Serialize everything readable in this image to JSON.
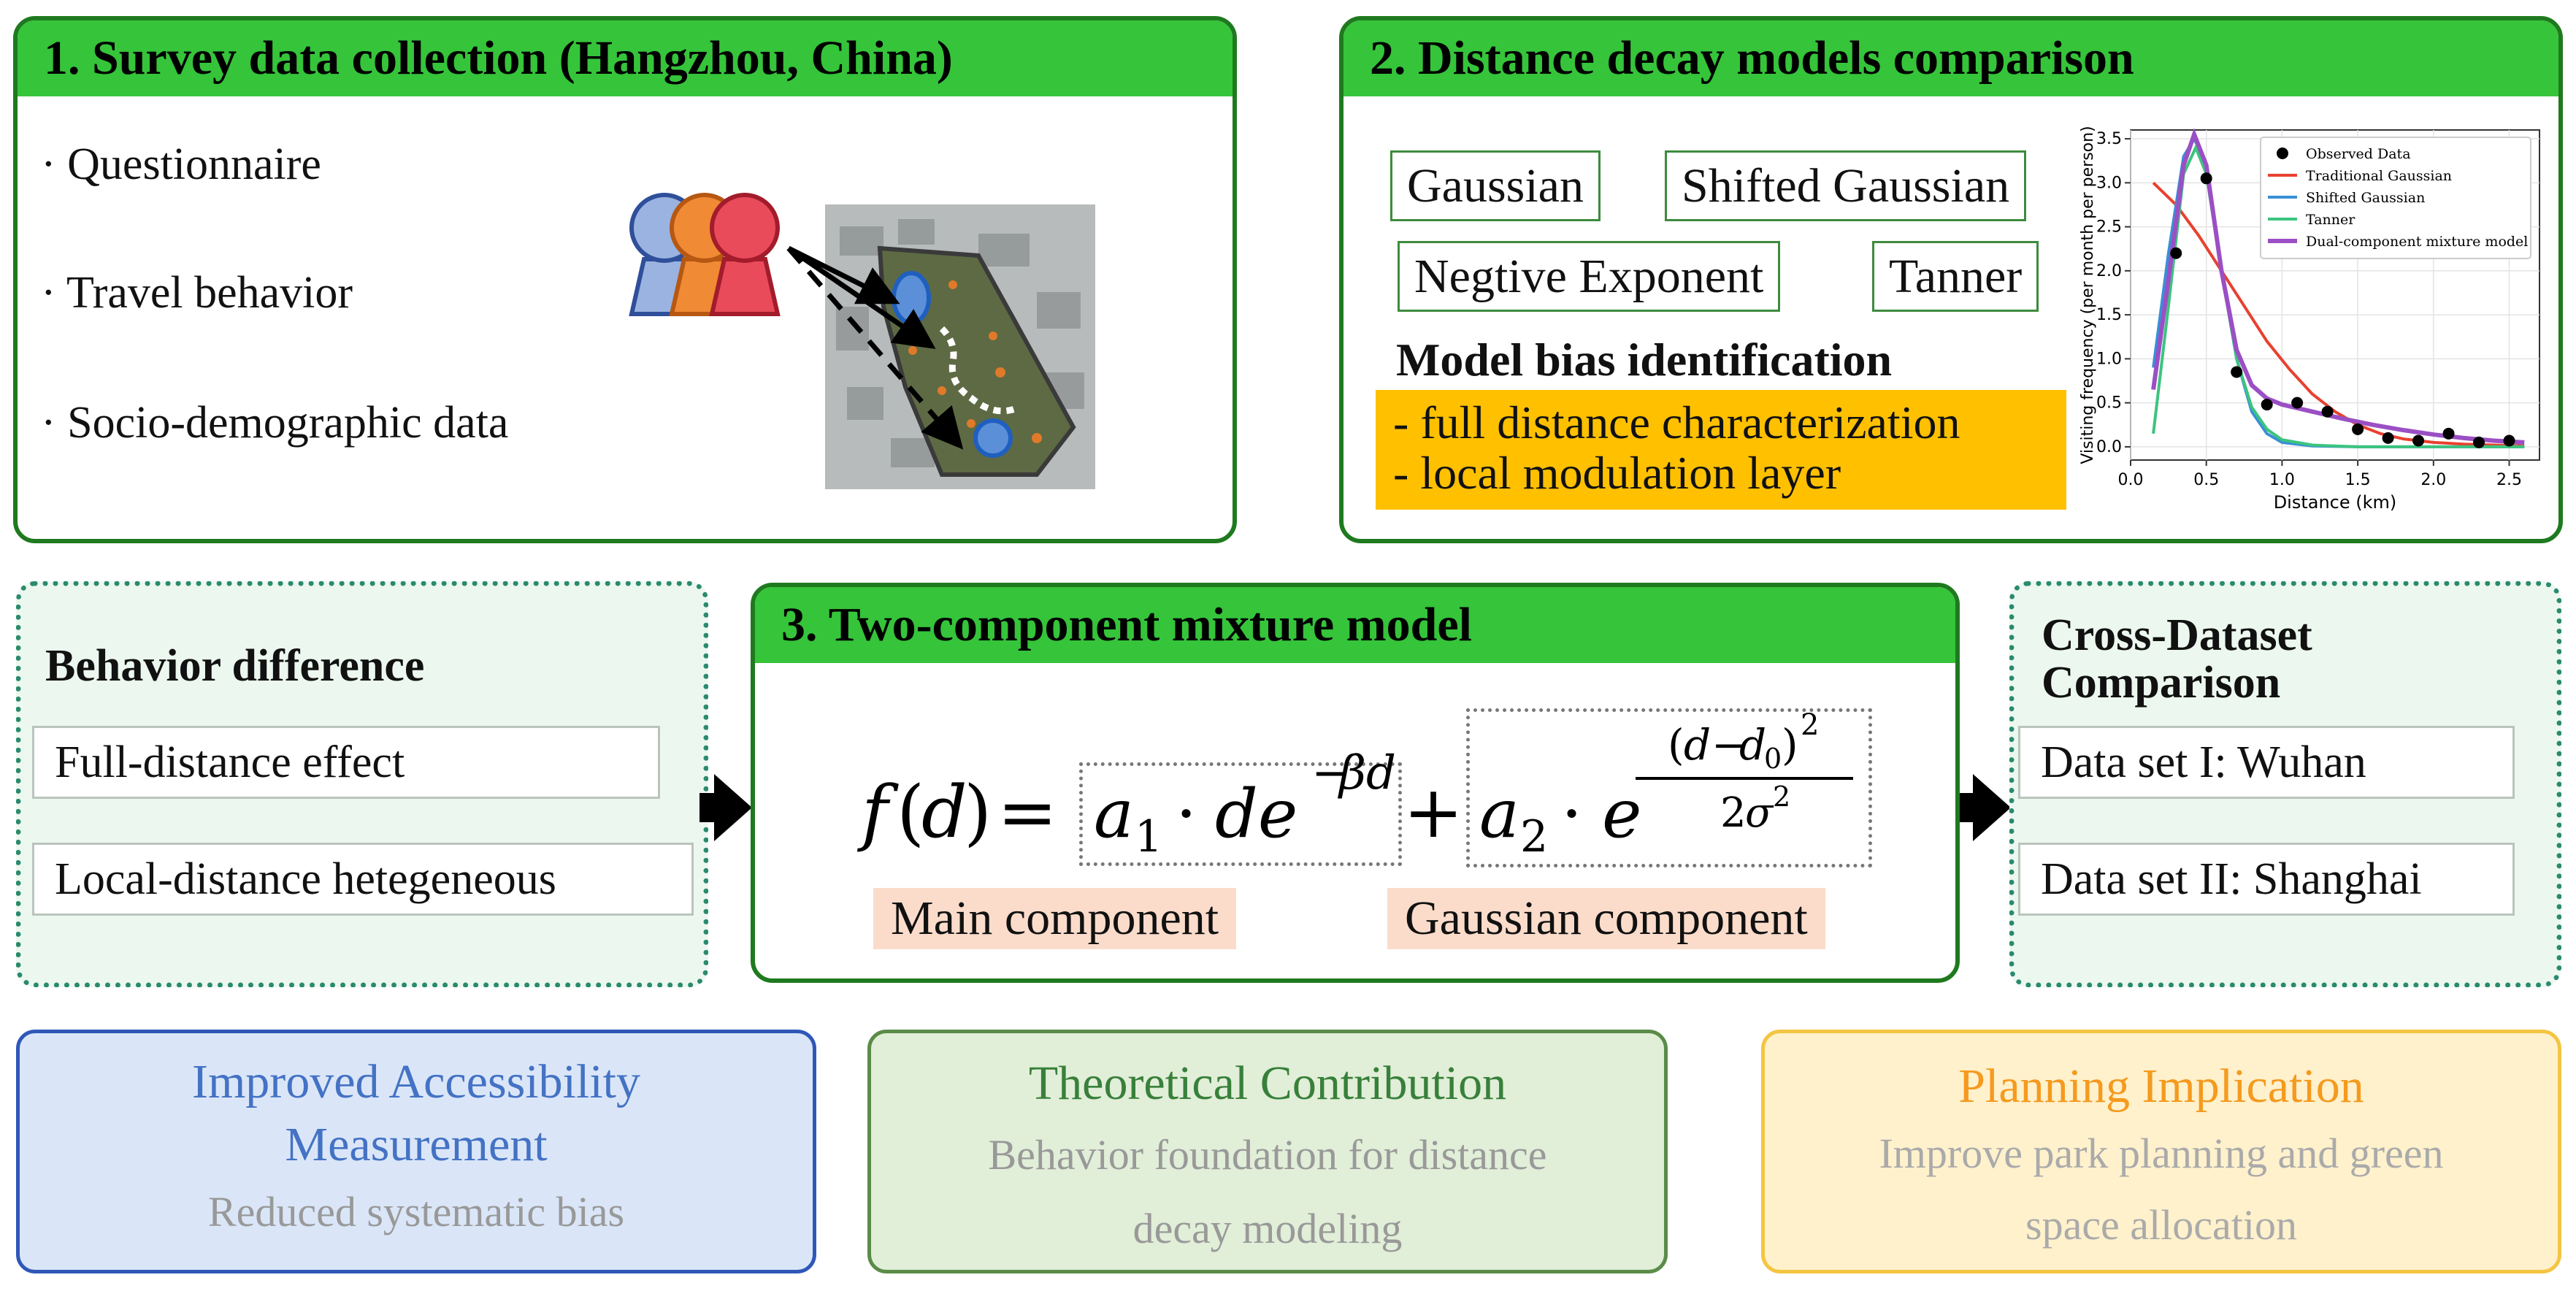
{
  "panel1": {
    "title": "1. Survey data collection (Hangzhou, China)",
    "bullets": [
      "· Questionnaire",
      "· Travel behavior",
      "· Socio-demographic data"
    ]
  },
  "panel2": {
    "title": "2. Distance decay models comparison",
    "models": [
      "Gaussian",
      "Shifted Gaussian",
      "Negtive Exponent",
      "Tanner"
    ],
    "bias_title": "Model bias identification",
    "bias_items": [
      "- full distance characterization",
      "- local modulation layer"
    ]
  },
  "panel3": {
    "title": "3. Two-component mixture model",
    "main_label": "Main component",
    "gauss_label": "Gaussian component"
  },
  "left_box": {
    "title": "Behavior difference",
    "items": [
      "Full-distance effect",
      "Local-distance hetegeneous"
    ]
  },
  "right_box": {
    "title_line1": "Cross-Dataset",
    "title_line2": "Comparison",
    "items": [
      "Data set I: Wuhan",
      "Data set II: Shanghai"
    ]
  },
  "bottom": {
    "b1_title_1": "Improved Accessibility",
    "b1_title_2": "Measurement",
    "b1_sub": "Reduced systematic bias",
    "b2_title": "Theoretical Contribution",
    "b2_sub_1": "Behavior foundation for distance",
    "b2_sub_2": "decay modeling",
    "b3_title": "Planning Implication",
    "b3_sub_1": "Improve park planning and green",
    "b3_sub_2": "space allocation"
  },
  "colors": {
    "panel_header": "#35c43a",
    "bias_box": "#ffc000",
    "b1": "#4472c4",
    "b2": "#38803a",
    "b3": "#f59a1e",
    "person_blue": "#9ab3e0",
    "person_orange": "#f08a35",
    "person_red": "#e94b5b"
  },
  "chart_data": {
    "type": "line",
    "xlabel": "Distance (km)",
    "ylabel": "Visiting frequency (per month per person)",
    "xlim": [
      0,
      2.7
    ],
    "ylim": [
      -0.15,
      3.6
    ],
    "xticks": [
      "0.0",
      "0.5",
      "1.0",
      "1.5",
      "2.0",
      "2.5"
    ],
    "yticks": [
      "0.0",
      "0.5",
      "1.0",
      "1.5",
      "2.0",
      "2.5",
      "3.0",
      "3.5"
    ],
    "grid": true,
    "legend_position": "top-right",
    "scatter": {
      "name": "Observed Data",
      "color": "#000000",
      "x": [
        0.3,
        0.5,
        0.7,
        0.9,
        1.1,
        1.3,
        1.5,
        1.7,
        1.9,
        2.1,
        2.3,
        2.5
      ],
      "y": [
        2.2,
        3.05,
        0.85,
        0.48,
        0.5,
        0.4,
        0.2,
        0.1,
        0.07,
        0.15,
        0.05,
        0.07
      ]
    },
    "series": [
      {
        "name": "Traditional Gaussian",
        "color": "#e8412f",
        "x": [
          0.15,
          0.3,
          0.45,
          0.6,
          0.75,
          0.9,
          1.05,
          1.2,
          1.35,
          1.5,
          1.65,
          1.8,
          2.0,
          2.2,
          2.4,
          2.6
        ],
        "y": [
          3.0,
          2.75,
          2.4,
          2.0,
          1.6,
          1.2,
          0.88,
          0.6,
          0.4,
          0.25,
          0.15,
          0.09,
          0.05,
          0.03,
          0.02,
          0.01
        ]
      },
      {
        "name": "Shifted Gaussian",
        "color": "#3a8fd6",
        "x": [
          0.15,
          0.25,
          0.35,
          0.42,
          0.5,
          0.6,
          0.7,
          0.8,
          0.9,
          1.0,
          1.2,
          1.5,
          2.0,
          2.6
        ],
        "y": [
          0.9,
          2.2,
          3.3,
          3.5,
          3.2,
          2.0,
          1.0,
          0.4,
          0.15,
          0.05,
          0.01,
          0.0,
          0.0,
          0.0
        ]
      },
      {
        "name": "Tanner",
        "color": "#3cc47e",
        "x": [
          0.15,
          0.25,
          0.35,
          0.43,
          0.5,
          0.6,
          0.7,
          0.8,
          0.9,
          1.0,
          1.2,
          1.5,
          2.0,
          2.6
        ],
        "y": [
          0.15,
          1.6,
          3.1,
          3.4,
          3.1,
          2.0,
          1.0,
          0.45,
          0.2,
          0.08,
          0.02,
          0.0,
          0.0,
          0.0
        ]
      },
      {
        "name": "Dual-component mixture model",
        "color": "#9b4fc4",
        "x": [
          0.15,
          0.25,
          0.35,
          0.42,
          0.5,
          0.6,
          0.7,
          0.8,
          0.9,
          1.0,
          1.2,
          1.4,
          1.6,
          1.8,
          2.0,
          2.2,
          2.4,
          2.6
        ],
        "y": [
          0.65,
          1.9,
          3.2,
          3.55,
          3.2,
          2.0,
          1.1,
          0.7,
          0.55,
          0.48,
          0.4,
          0.32,
          0.25,
          0.19,
          0.14,
          0.1,
          0.07,
          0.05
        ]
      }
    ]
  }
}
